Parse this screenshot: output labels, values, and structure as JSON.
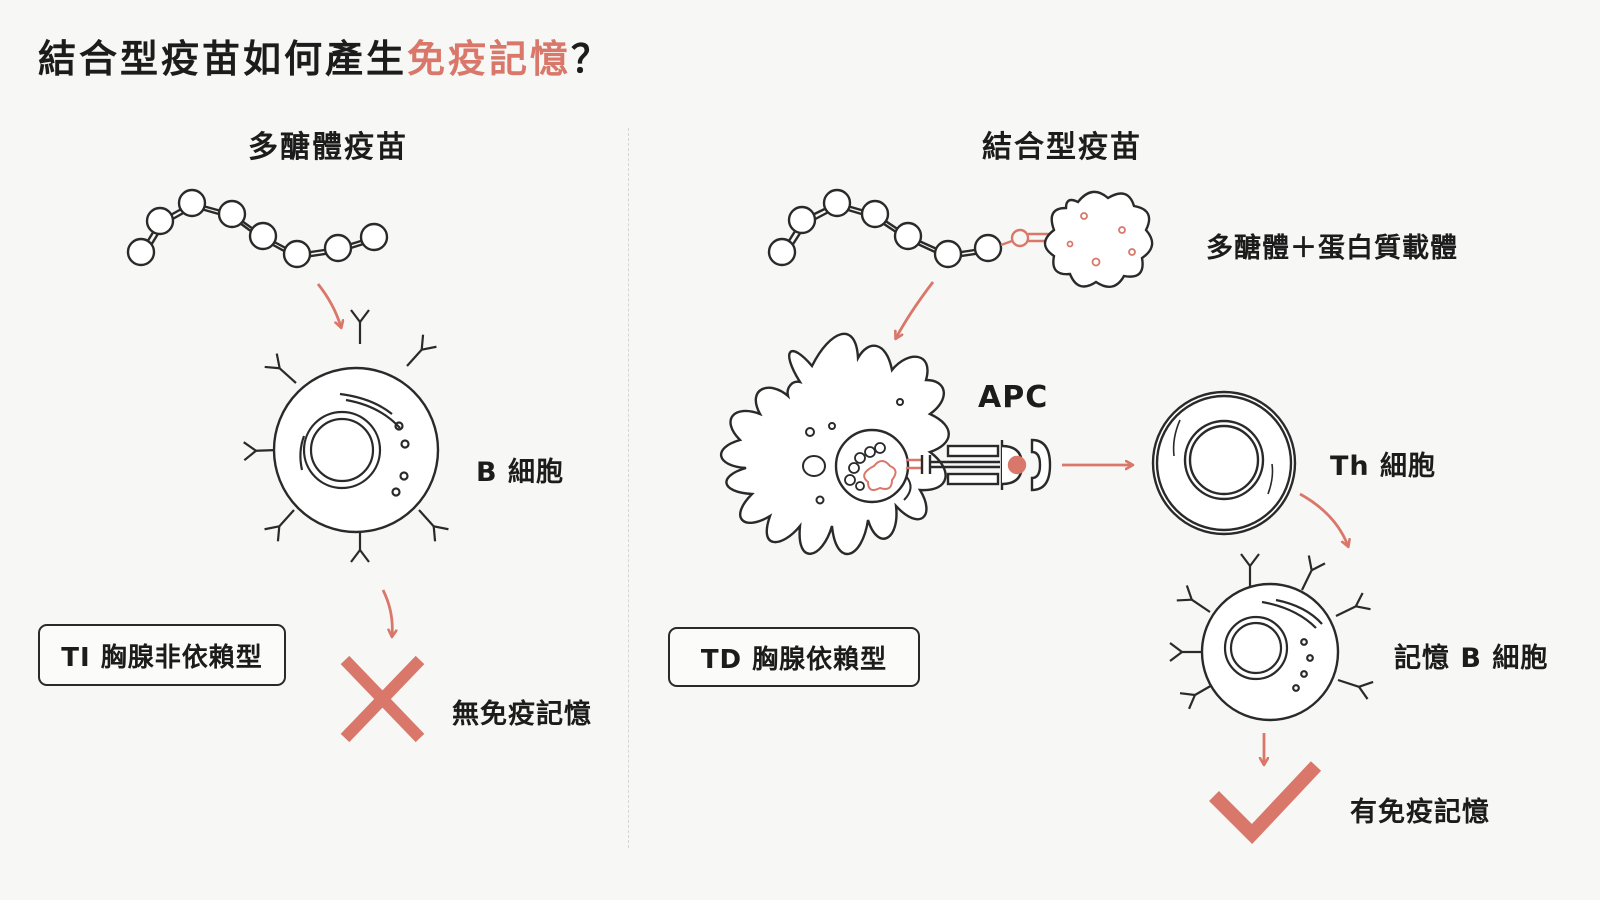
{
  "title": {
    "main": "結合型疫苗如何產生",
    "highlight": "免疫記憶",
    "suffix": "？"
  },
  "left": {
    "heading": "多醣體疫苗",
    "cell_label": "B 細胞",
    "type_box": "TI 胸腺非依賴型",
    "result": "無免疫記憶"
  },
  "right": {
    "heading": "結合型疫苗",
    "conjugate_label": "多醣體＋蛋白質載體",
    "apc_label": "APC",
    "th_label": "Th 細胞",
    "type_box": "TD 胸腺依賴型",
    "memory_label": "記憶 B 細胞",
    "result": "有免疫記憶"
  },
  "colors": {
    "accent": "#d9786a",
    "ink": "#1c1c1c",
    "background": "#f7f7f5"
  },
  "icons": {
    "negative": "cross-icon",
    "positive": "check-icon"
  }
}
